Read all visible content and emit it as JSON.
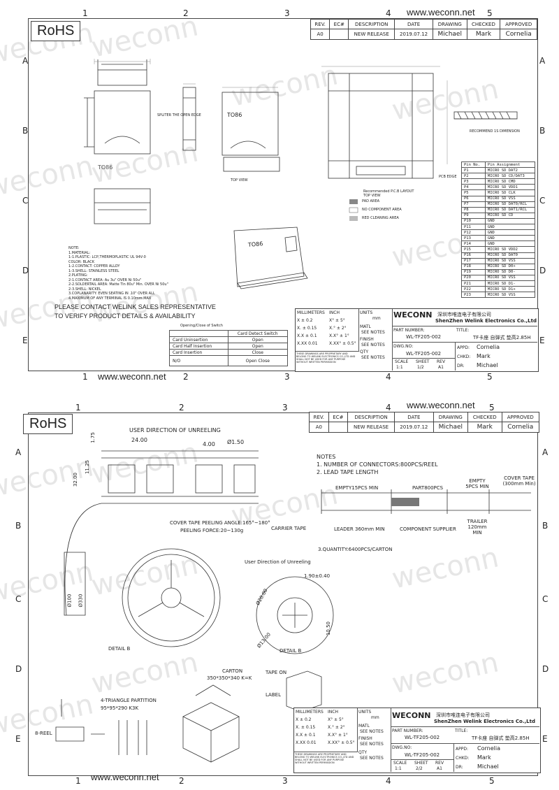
{
  "watermark": "weconn",
  "common": {
    "rohs": "RoHS",
    "url": "www.weconn.net",
    "col_numbers": [
      "1",
      "2",
      "3",
      "4",
      "5"
    ],
    "row_letters": [
      "A",
      "B",
      "C",
      "D",
      "E"
    ],
    "revision": {
      "headers": [
        "REV.",
        "EC#",
        "DESCRIPTION",
        "DATE",
        "DRAWING",
        "CHECKED",
        "APPROVED"
      ],
      "row": [
        "A0",
        "",
        "NEW RELEASE",
        "2019.07.12",
        "Michael",
        "Mark",
        "Cornelia"
      ]
    },
    "title_block": {
      "tolerance_headers": [
        "MILLIMETERS",
        "INCH"
      ],
      "tolerances": [
        [
          "X  ± 0.2",
          "X°  ± 5°"
        ],
        [
          "X.  ± 0.15",
          "X.°  ± 2°"
        ],
        [
          "X.X  ± 0.1",
          "X.X°  ± 1°"
        ],
        [
          "X.XX  0.01",
          "X.XX°  ± 0.5°"
        ]
      ],
      "units_label": "UNITS",
      "units": "mm",
      "matl_label": "MATL",
      "finish_label": "FINISH",
      "see_notes": "SEE NOTES",
      "qty_label": "QTY",
      "company_logo": "WECONN",
      "company_cn": "深圳市唯连电子有限公司",
      "company_en": "ShenZhen Welink Electronics Co.,Ltd",
      "part_number_label": "PART NUMBER:",
      "part_number": "WL-TF205-002",
      "dwg_label": "DWG.NO:",
      "dwg_no": "WL-TF205-002",
      "title_label": "TITLE:",
      "title": "TF卡座 自弹式 垫高2.85H",
      "scale_label": "SCALE",
      "sheet_label": "SHEET",
      "rev_label": "REV",
      "scale": "1:1",
      "rev": "A1",
      "appd_label": "APPD:",
      "chkd_label": "CHKD:",
      "dr_label": "DR:",
      "appd": "Cornelia",
      "chkd": "Mark",
      "dr": "Michael",
      "disclaimer": "THESE DRAWINGS ARE PROPRIETARY AND BELONG TO WELINK ELECTRONICS CO.,LTD AND SHALL NOT BE USED FOR ANY PURPOSE WITHOUT WRITTEN PERMISSION"
    }
  },
  "sheet1": {
    "sheet_no": "1/2",
    "contact": [
      "PLEASE CONTACT WELINK SALES REPRESENTATIVE",
      "TO VERIFY PRODUCT DETAILS & AVAILABILITY"
    ],
    "switch_table": {
      "title": "Opening/Close of Switch",
      "header": [
        "",
        "Card Detect Switch"
      ],
      "rows": [
        [
          "Card Uninsertion",
          "Open"
        ],
        [
          "Card Half Insertion",
          "Open"
        ],
        [
          "Card Insertion",
          "Close"
        ],
        [
          "N/O",
          "Open                Close"
        ]
      ]
    },
    "pin_table": {
      "headers": [
        "Pin No.",
        "Pin Assignment"
      ],
      "rows": [
        [
          "P1",
          "MICRO SD DAT2"
        ],
        [
          "P2",
          "MICRO SD CD/DAT3"
        ],
        [
          "P3",
          "MICRO SD CMD"
        ],
        [
          "P4",
          "MICRO SD VDD1"
        ],
        [
          "P5",
          "MICRO SD CLK"
        ],
        [
          "P6",
          "MICRO SD VSS"
        ],
        [
          "P7",
          "MICRO SD DAT0/RCL"
        ],
        [
          "P8",
          "MICRO SD DAT1/RCL"
        ],
        [
          "P9",
          "MICRO SD CD"
        ],
        [
          "P10",
          "GND"
        ],
        [
          "P11",
          "GND"
        ],
        [
          "P12",
          "GND"
        ],
        [
          "P13",
          "GND"
        ],
        [
          "P14",
          "GND"
        ],
        [
          "P15",
          "MICRO SD VDD2"
        ],
        [
          "P16",
          "MICRO SD DAT0"
        ],
        [
          "P17",
          "MICRO SD VSS"
        ],
        [
          "P18",
          "MICRO SD D0+"
        ],
        [
          "P19",
          "MICRO SD D0-"
        ],
        [
          "P20",
          "MICRO SD VSS"
        ],
        [
          "P21",
          "MICRO SD D1-"
        ],
        [
          "P22",
          "MICRO SD D1+"
        ],
        [
          "P23",
          "MICRO SD VSS"
        ]
      ]
    },
    "labels": {
      "spliter": "SPLITER THE OPEN EDGE",
      "pcb_layout": "Recommended P.C.B LAYOUT",
      "top_view": "TOP VIEW",
      "pad_area": "PAD AREA",
      "no_component": "NO COMPONENT AREA",
      "red_cleaning": "RED CLEANING AREA",
      "recommend": "RECOMMEND 1S DIMENSION",
      "pcb_edge": "PCB EDGE",
      "top_view_lbl": "TOP VIEW",
      "card_mark": "TO86"
    },
    "material_notes": [
      "NOTE:",
      "1.MATERIAL:",
      "  1-1.PLASTIC: LCP,THERMOPLASTIC UL 94V-0",
      "      COLOR: BLACK",
      "  1-2.CONTACT: COPPER ALLOY",
      "  1-3.SHELL: STAINLESS STEEL",
      "2.PLATING:",
      "  2-1.CONTACT AREA: Au 3u\" OVER Ni 50u\"",
      "  2-2.SOLDERTAIL AREA: Matte Tin 80u\" Min. OVER Ni 50u\"",
      "  2-3.SHELL: NICKEL",
      "3.COPLANARITY:    EVEN SEATING IN .10\" OVER ALL",
      "4.MAXIMUM OF ANY TERMINAL IS 0.10mm MAX"
    ]
  },
  "sheet2": {
    "sheet_no": "2/2",
    "labels": {
      "unreeling_top": "USER DIRECTION OF UNREELING",
      "dim_24": "24.00",
      "dim_4": "4.00",
      "dim_150": "Ø1.50",
      "dim_175": "1.75",
      "dim_1125": "11.25",
      "dim_32": "32.00",
      "peeling_angle": "COVER TAPE PEELING ANGLE:165°~180°",
      "peeling_force": "PEELING FORCE:20~130g",
      "carrier_tape": "CARRIER TAPE",
      "unreeling": "User Direction of Unreeling",
      "detail_b": "DETAIL B",
      "detail_b2": "DETAIL B",
      "dim_100": "Ø100",
      "dim_330": "Ø330",
      "dim_190": "1.90±0.40",
      "dim_2000": "Ø20.00",
      "dim_1300": "Ø13.00",
      "dim_1050": "10.50",
      "carton": "CARTON",
      "carton_size": "350*350*340 K=K",
      "tape_on": "TAPE ON",
      "label": "LABEL",
      "partition": "4-TRIANGLE PARTITION",
      "partition_size": "95*95*290 K3K",
      "reel": "8-REEL",
      "empty15": "EMPTY15PCS MIN",
      "part800": "PART800PCS",
      "empty5": "EMPTY 5PCS MIN",
      "cover_tape": "COVER TAPE (300mm Min)",
      "leader": "LEADER 360mm MIN",
      "component_supplier": "COMPONENT SUPPLIER",
      "trailer": "TRAILER 120mm MIN"
    },
    "notes": [
      "NOTES",
      "1. NUMBER OF CONNECTORS:800PCS/REEL",
      "2. LEAD TAPE LENGTH"
    ],
    "quantity": "3.QUANTITY:6400PCS/CARTON"
  }
}
